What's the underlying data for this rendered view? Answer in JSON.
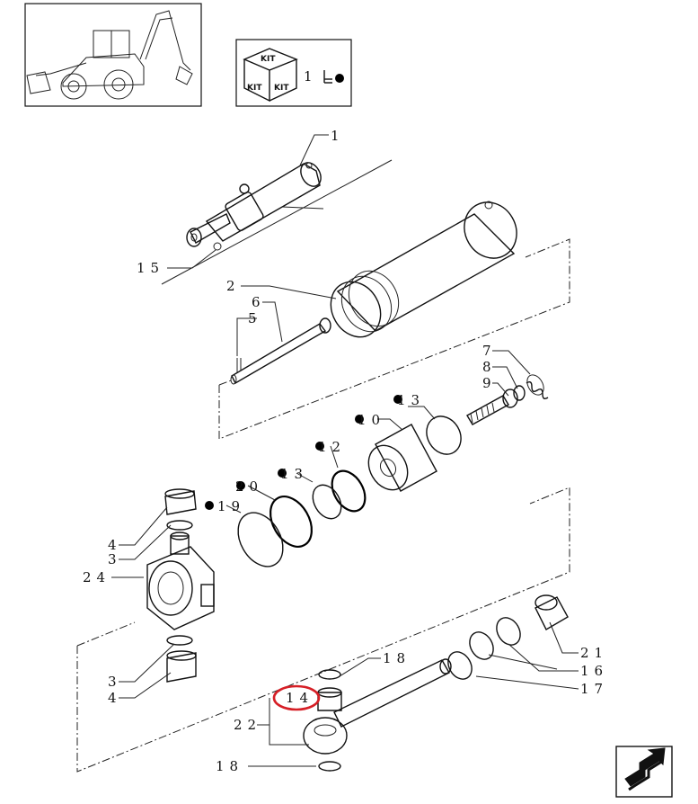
{
  "kit_legend": {
    "kit_text": "KIT",
    "qty": "1"
  },
  "callouts": [
    {
      "id": "c-1",
      "text": "1"
    },
    {
      "id": "c-15",
      "text": "15"
    },
    {
      "id": "c-2",
      "text": "2"
    },
    {
      "id": "c-6",
      "text": "6"
    },
    {
      "id": "c-5",
      "text": "5"
    },
    {
      "id": "c-7",
      "text": "7"
    },
    {
      "id": "c-8",
      "text": "8"
    },
    {
      "id": "c-9a",
      "text": "9"
    },
    {
      "id": "c-13a",
      "text": "13"
    },
    {
      "id": "c-10",
      "text": "10"
    },
    {
      "id": "c-12",
      "text": "12"
    },
    {
      "id": "c-20",
      "text": "20"
    },
    {
      "id": "c-13b",
      "text": "13"
    },
    {
      "id": "c-19",
      "text": "19"
    },
    {
      "id": "c-4a",
      "text": "4"
    },
    {
      "id": "c-3a",
      "text": "3"
    },
    {
      "id": "c-24",
      "text": "24"
    },
    {
      "id": "c-21",
      "text": "21"
    },
    {
      "id": "c-16",
      "text": "16"
    },
    {
      "id": "c-17",
      "text": "17"
    },
    {
      "id": "c-18a",
      "text": "18"
    },
    {
      "id": "c-3b",
      "text": "3"
    },
    {
      "id": "c-4b",
      "text": "4"
    },
    {
      "id": "c-14",
      "text": "14"
    },
    {
      "id": "c-22",
      "text": "22"
    },
    {
      "id": "c-18b",
      "text": "18"
    }
  ],
  "highlight_color": "#d61f26",
  "icons": [
    "backhoe-loader-icon",
    "kit-box-icon",
    "next-page-arrow-icon"
  ]
}
